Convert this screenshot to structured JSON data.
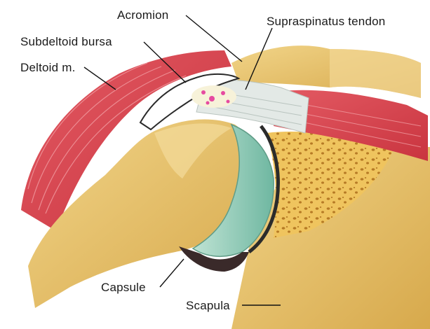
{
  "labels": {
    "acromion": "Acromion",
    "supraspinatus_tendon": "Supraspinatus tendon",
    "subdeltoid_bursa": "Subdeltoid bursa",
    "deltoid": "Deltoid m.",
    "capsule": "Capsule",
    "scapula": "Scapula"
  },
  "colors": {
    "muscle": "#d8424c",
    "bone": "#e9c46a",
    "bone_dark": "#c99a3c",
    "cartilage": "#9fd3c0",
    "tendon": "#dfe6e2",
    "bursa": "#e64aa0"
  }
}
